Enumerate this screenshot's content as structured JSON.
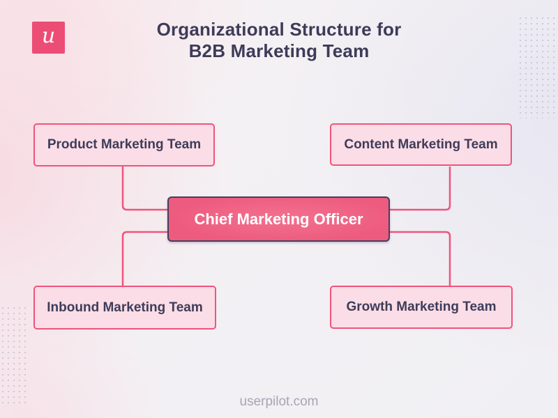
{
  "title": {
    "line1": "Organizational Structure for",
    "line2": "B2B Marketing Team"
  },
  "logo": {
    "letter": "u",
    "brand": "userpilot"
  },
  "footer": {
    "text": "userpilot.com"
  },
  "diagram": {
    "type": "org-chart",
    "root": {
      "label": "Chief Marketing Officer"
    },
    "teams": [
      {
        "label": "Product Marketing Team",
        "position": "top-left"
      },
      {
        "label": "Content Marketing Team",
        "position": "top-right"
      },
      {
        "label": "Inbound Marketing Team",
        "position": "bottom-left"
      },
      {
        "label": "Growth Marketing Team",
        "position": "bottom-right"
      }
    ],
    "edges": [
      {
        "from": "Chief Marketing Officer",
        "to": "Product Marketing Team"
      },
      {
        "from": "Chief Marketing Officer",
        "to": "Content Marketing Team"
      },
      {
        "from": "Chief Marketing Officer",
        "to": "Inbound Marketing Team"
      },
      {
        "from": "Chief Marketing Officer",
        "to": "Growth Marketing Team"
      }
    ]
  },
  "colors": {
    "accent_pink": "#ed5b7f",
    "logo_pink": "#ec4d74",
    "light_pink_fill": "#fadde6",
    "pink_border": "#f0537d",
    "dark_navy_text": "#3e3b59",
    "root_border_navy": "#42405e",
    "footer_gray": "#a9a4b6",
    "background_base": "#f1f0f3",
    "dot_pattern": "#c7c4d3"
  }
}
